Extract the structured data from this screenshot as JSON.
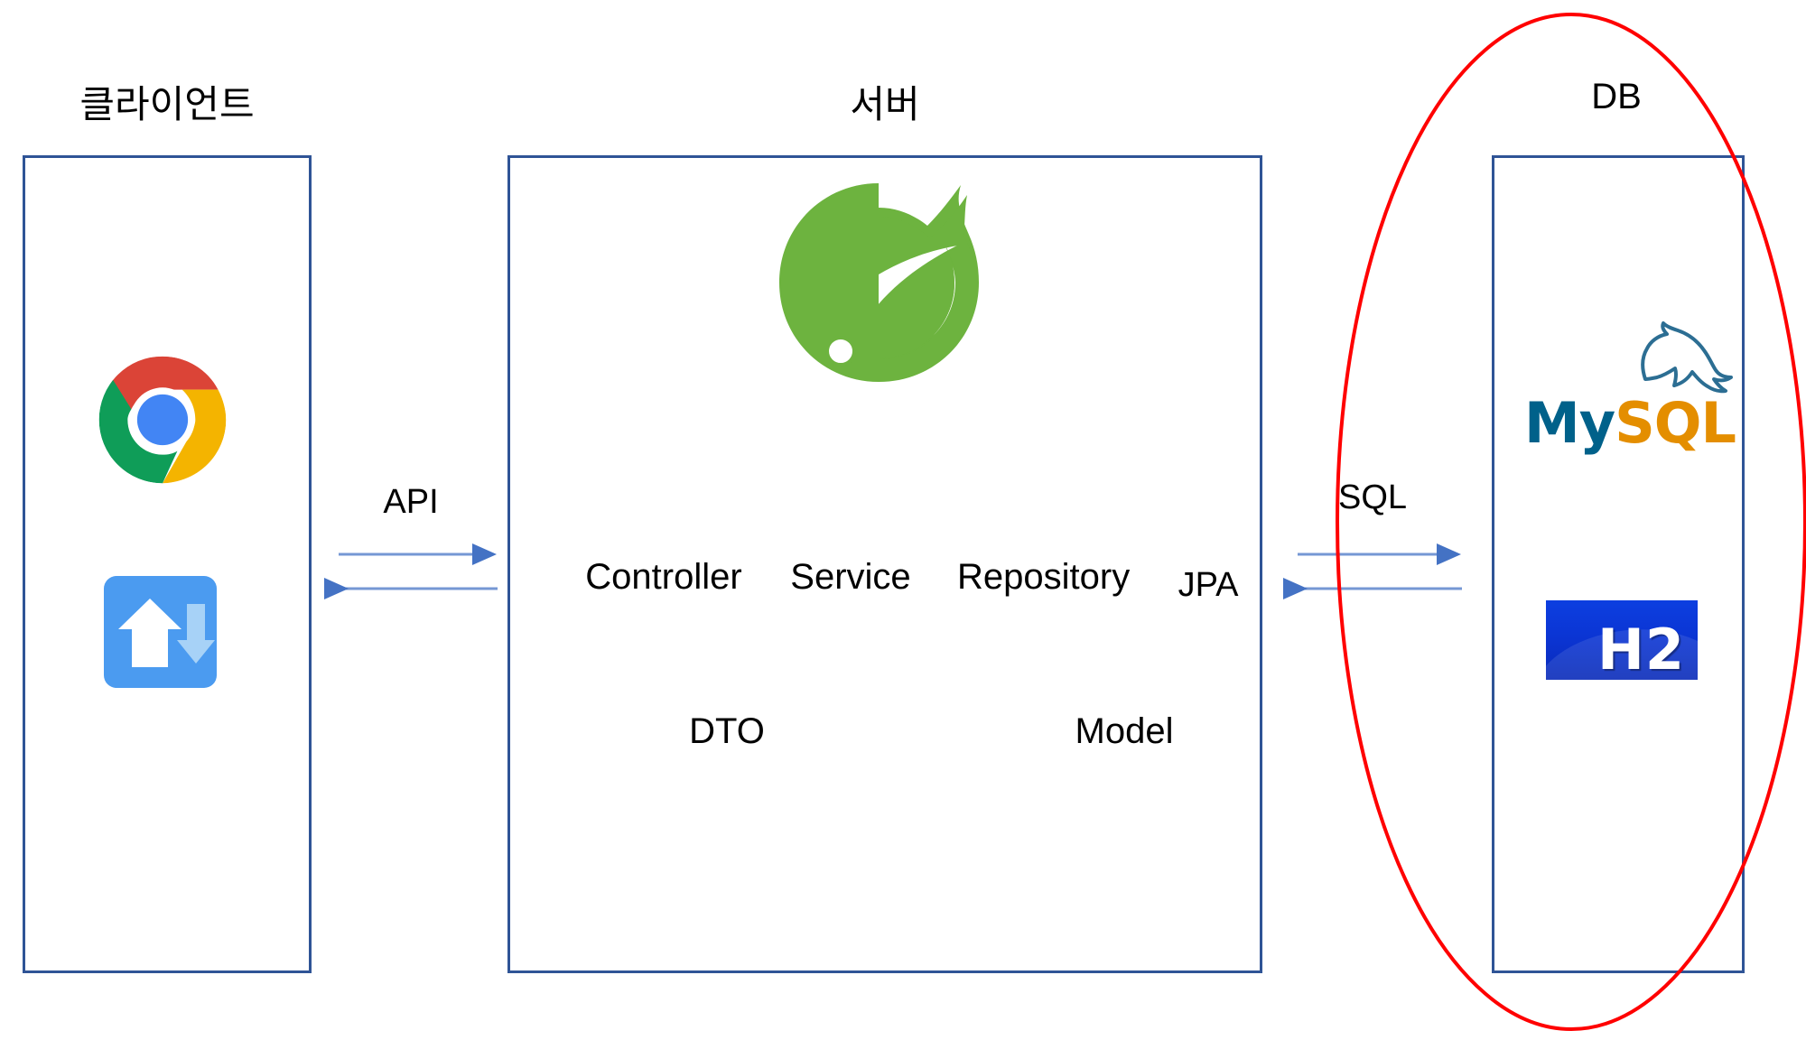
{
  "diagram": {
    "title": "Client-Server-DB Architecture",
    "background": "#ffffff",
    "box_border_color": "#2F5496",
    "arrow_color": "#4472C4",
    "highlight_color": "#FF0000"
  },
  "sections": [
    {
      "id": "client",
      "title": "클라이언트"
    },
    {
      "id": "server",
      "title": "서버"
    },
    {
      "id": "db",
      "title": "DB"
    }
  ],
  "client": {
    "title": "클라이언트",
    "logos": [
      {
        "name": "chrome-logo",
        "label": "Google Chrome"
      },
      {
        "name": "data-transfer-logo",
        "label": "Data Transfer"
      }
    ]
  },
  "server": {
    "title": "서버",
    "logo": {
      "name": "spring-logo",
      "label": "Spring",
      "color": "#6DB33F"
    },
    "layers_row1": [
      "Controller",
      "Service",
      "Repository",
      "JPA"
    ],
    "layers_row2": [
      "DTO",
      "Model"
    ]
  },
  "db": {
    "title": "DB",
    "engines": [
      {
        "name": "mysql-logo",
        "text_primary": "My",
        "text_secondary": "SQL",
        "color_primary": "#00618A",
        "color_secondary": "#E48E00"
      },
      {
        "name": "h2-logo",
        "label": "H2",
        "color": "#0B35D4"
      }
    ]
  },
  "connections": [
    {
      "id": "api",
      "label": "API",
      "from": "client",
      "to": "server",
      "direction": "bidirectional"
    },
    {
      "id": "sql",
      "label": "SQL",
      "from": "server",
      "to": "db",
      "direction": "bidirectional"
    }
  ]
}
